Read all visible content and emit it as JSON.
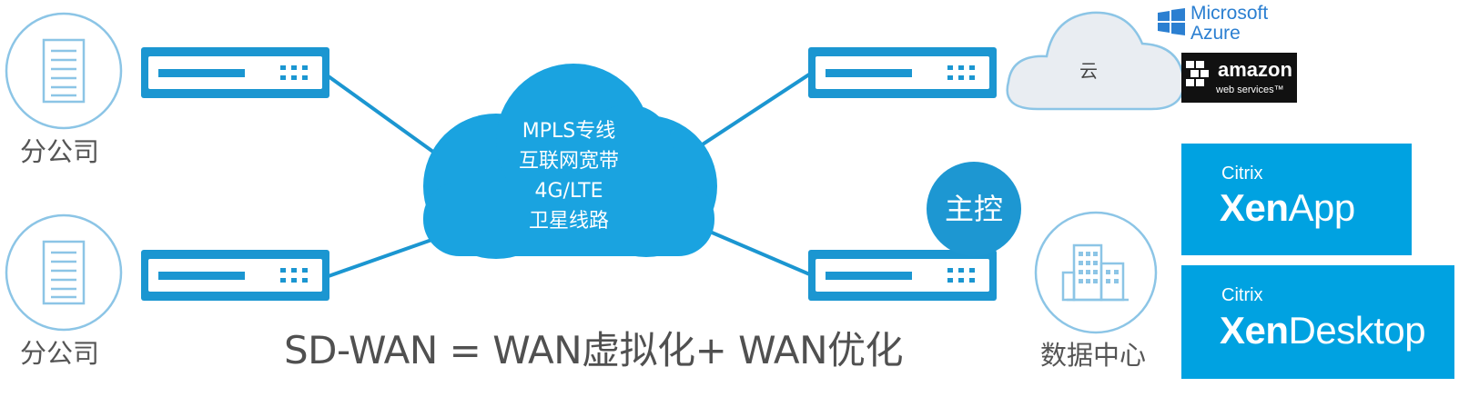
{
  "branches": [
    {
      "label": "分公司"
    },
    {
      "label": "分公司"
    }
  ],
  "wan_cloud": {
    "lines": [
      "MPLS专线",
      "互联网宽带",
      "4G/LTE",
      "卫星线路"
    ]
  },
  "controller": {
    "label": "主控"
  },
  "datacenter": {
    "label": "数据中心"
  },
  "cloud": {
    "label": "云"
  },
  "cloud_providers": {
    "microsoft": [
      "Microsoft",
      "Azure"
    ],
    "amazon": {
      "name": "amazon",
      "sub": "web services™"
    }
  },
  "formula": "SD-WAN = WAN虚拟化+ WAN优化",
  "products": [
    {
      "brand": "Citrix",
      "name_bold": "Xen",
      "name_light": "App"
    },
    {
      "brand": "Citrix",
      "name_bold": "Xen",
      "name_light": "Desktop"
    }
  ],
  "colors": {
    "accent": "#1d97d2",
    "cloud_blue": "#1aa3e0",
    "light_blue_outline": "#8cc5e6",
    "citrix_blue": "#00a2e1",
    "line_blue": "#1b96d1"
  }
}
